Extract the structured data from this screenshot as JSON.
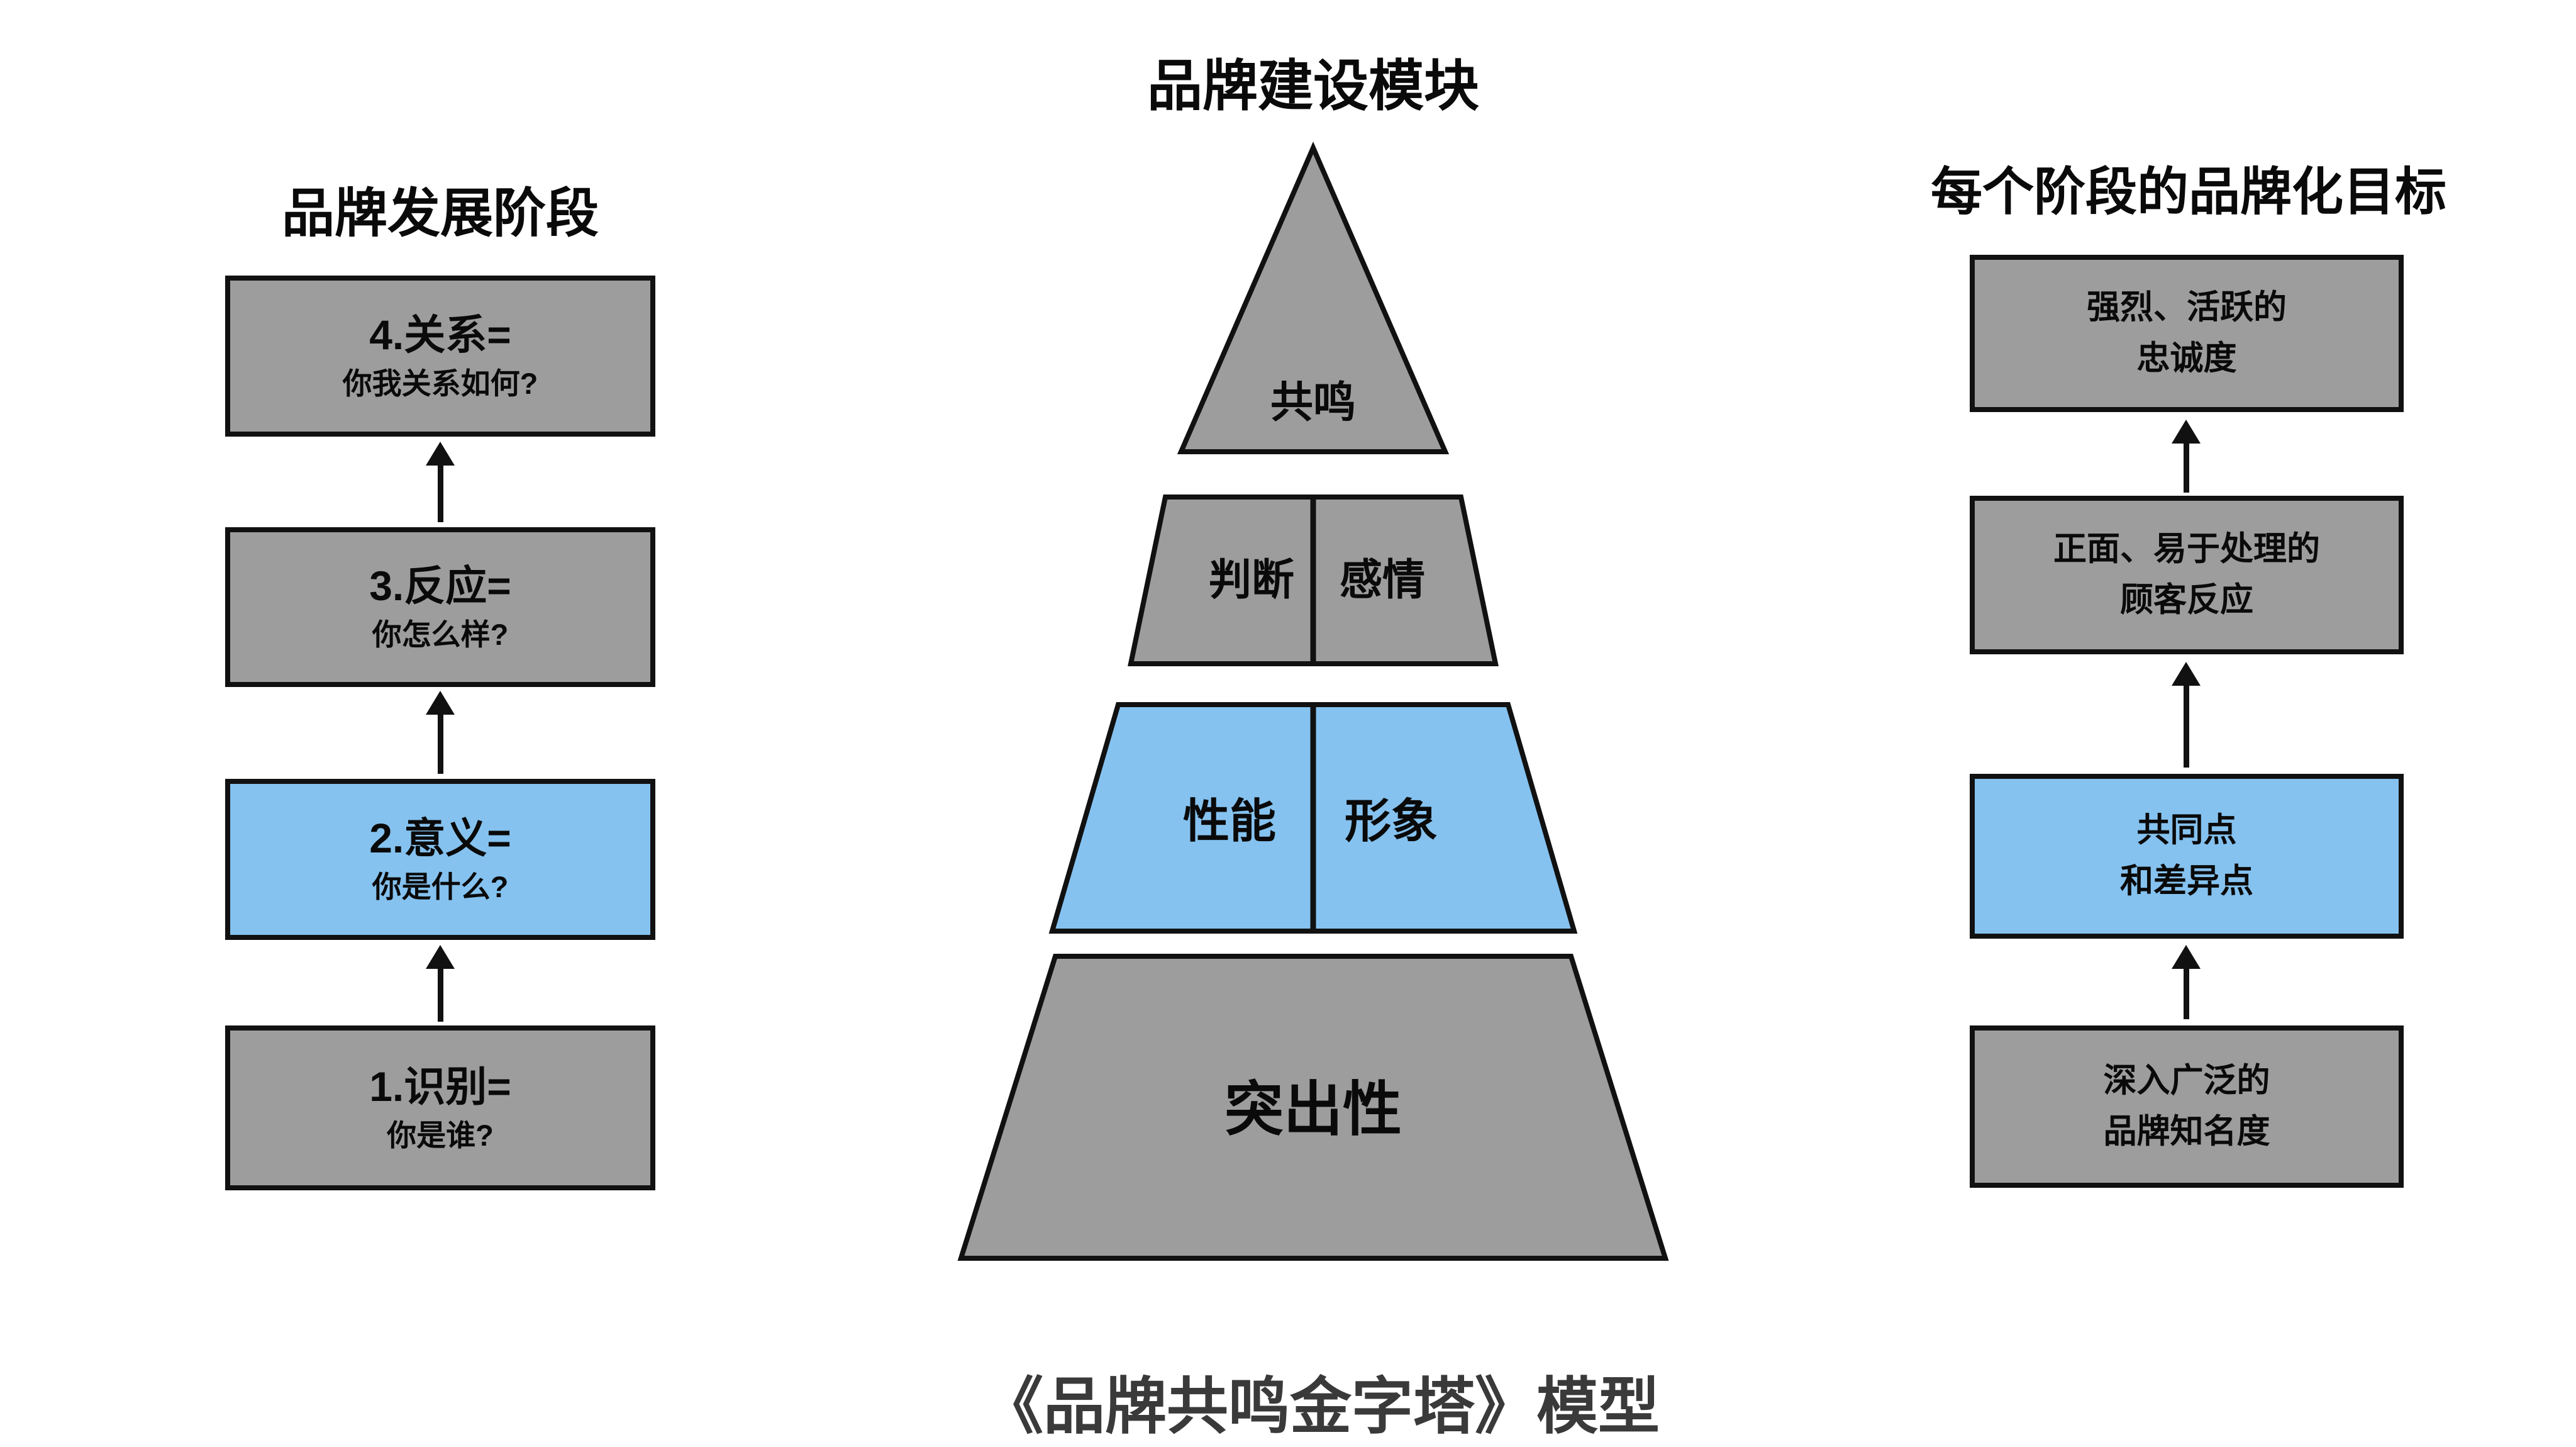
{
  "center": {
    "title": "品牌建设模块"
  },
  "left": {
    "title": "品牌发展阶段",
    "stages": [
      {
        "line1": "4.关系=",
        "line2": "你我关系如何?",
        "variant": "gray"
      },
      {
        "line1": "3.反应=",
        "line2": "你怎么样?",
        "variant": "gray"
      },
      {
        "line1": "2.意义=",
        "line2": "你是什么?",
        "variant": "blue"
      },
      {
        "line1": "1.识别=",
        "line2": "你是谁?",
        "variant": "gray"
      }
    ]
  },
  "pyramid": {
    "levels": [
      {
        "label": "共鸣",
        "variant": "gray"
      },
      {
        "left": "判断",
        "right": "感情",
        "variant": "gray"
      },
      {
        "left": "性能",
        "right": "形象",
        "variant": "blue"
      },
      {
        "label": "突出性",
        "variant": "gray"
      }
    ]
  },
  "right": {
    "title": "每个阶段的品牌化目标",
    "goals": [
      {
        "line1": "强烈、活跃的",
        "line2": "忠诚度",
        "variant": "gray"
      },
      {
        "line1": "正面、易于处理的",
        "line2": "顾客反应",
        "variant": "gray"
      },
      {
        "line1": "共同点",
        "line2": "和差异点",
        "variant": "blue"
      },
      {
        "line1": "深入广泛的",
        "line2": "品牌知名度",
        "variant": "gray"
      }
    ]
  },
  "caption": "《品牌共鸣金字塔》模型",
  "colors": {
    "gray": "#9d9d9d",
    "blue": "#85c2ef",
    "border": "#111111",
    "background": "#ffffff",
    "caption": "#3a3a3a"
  }
}
